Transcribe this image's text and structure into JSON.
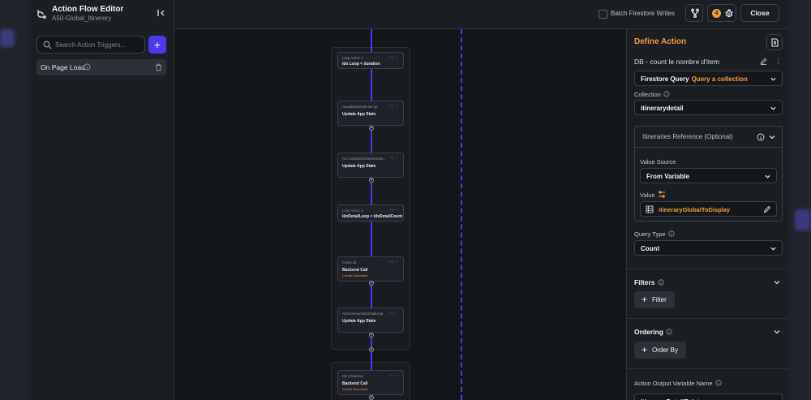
{
  "header": {
    "title": "Action Flow Editor",
    "subtitle": "A50-Global_Itinerery"
  },
  "sidebar": {
    "search_placeholder": "Search Action Triggers...",
    "add_label": "+",
    "triggers": [
      {
        "label": "On Page Load"
      }
    ]
  },
  "topbar": {
    "batch_label": "Batch Firestore Writes",
    "badge_count": "4",
    "close_label": "Close"
  },
  "flow": {
    "nodes": [
      {
        "label": "Loop Action 1",
        "name": "Idx Loop < duration",
        "sub": ""
      },
      {
        "label": "A5updateDetails set up",
        "name": "Update App State",
        "sub": ""
      },
      {
        "label": "A3 countNbrItinDaysInDayt...",
        "name": "Update App State",
        "sub": ""
      },
      {
        "label": "Loop Action 2",
        "name": "IdxDetailLoop < IdxDetailCount",
        "sub": ""
      },
      {
        "label": "Action 34",
        "name": "Backend Call",
        "sub": "Create Document"
      },
      {
        "label": "A5 incrementIdxDetailLoop",
        "name": "Update App State",
        "sub": ""
      },
      {
        "label": "DB createDay",
        "name": "Backend Call",
        "sub": "Create Document"
      }
    ]
  },
  "panel": {
    "title": "Define Action",
    "action_name": "DB - count le nombre d'item",
    "backend": {
      "main": "Firestore Query",
      "sub": "Query a collection"
    },
    "collection_label": "Collection",
    "collection_value": "itinerarydetail",
    "reference": {
      "title": "Itineraries Reference (Optional)",
      "value_source_label": "Value Source",
      "value_source": "From Variable",
      "value_label": "Value",
      "value": "itineraryGlobalToDisplay"
    },
    "query_type_label": "Query Type",
    "query_type": "Count",
    "filters_label": "Filters",
    "filter_btn": "Filter",
    "ordering_label": "Ordering",
    "order_btn": "Order By",
    "output_label": "Action Output Variable Name",
    "output_value": "itineraryDetailExist"
  },
  "colors": {
    "accent": "#4b39ef",
    "orange": "#f29b38",
    "bg": "#14181b",
    "panel": "#1b1f24"
  }
}
